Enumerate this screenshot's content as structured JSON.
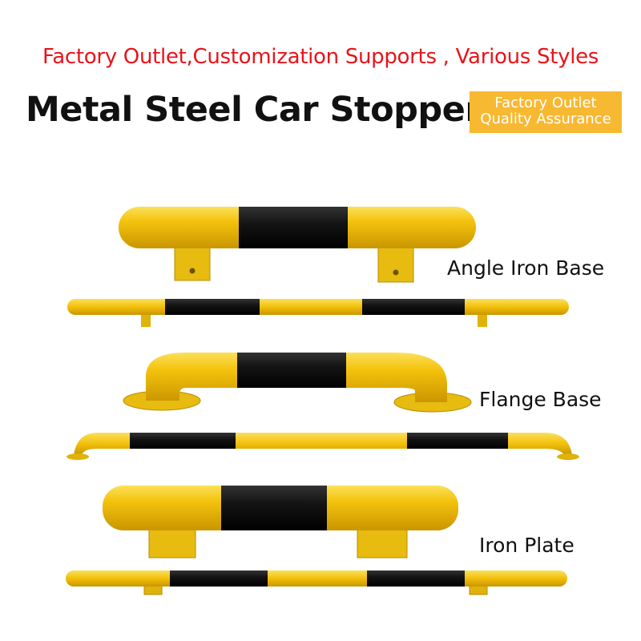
{
  "header": {
    "tagline": "Factory Outlet,Customization Supports , Various Styles",
    "title": "Metal Steel Car Stopper",
    "badge": {
      "line1": "Factory Outlet",
      "line2": "Quality Assurance"
    }
  },
  "products": [
    {
      "label": "Angle Iron Base"
    },
    {
      "label": "Flange Base"
    },
    {
      "label": "Iron Plate"
    }
  ],
  "colors": {
    "tagline": "#e8141b",
    "title": "#111111",
    "badge_bg": "#f7b932",
    "stopper_yellow": "#f4c20d",
    "stopper_black": "#141414"
  }
}
